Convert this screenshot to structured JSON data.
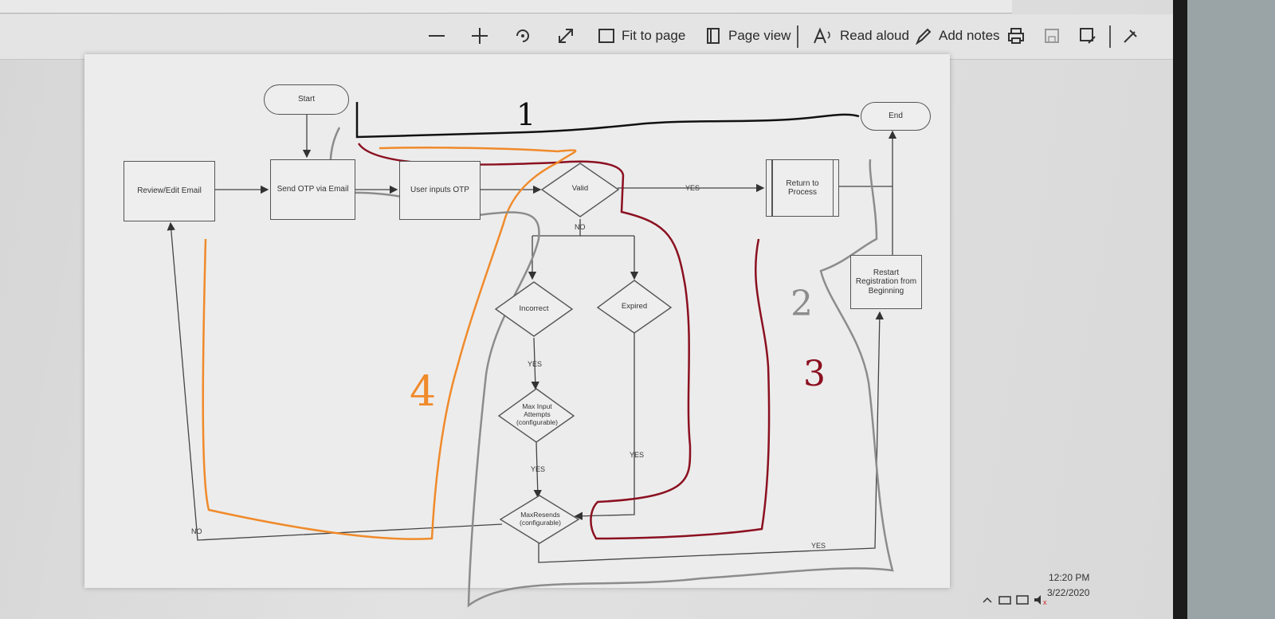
{
  "toolbar": {
    "fit_to_page": "Fit to page",
    "page_view": "Page view",
    "read_aloud": "Read aloud",
    "add_notes": "Add notes"
  },
  "flowchart": {
    "start": "Start",
    "end": "End",
    "review_edit_email": "Review/Edit Email",
    "send_otp": "Send OTP via Email",
    "user_inputs_otp": "User inputs OTP",
    "valid": "Valid",
    "return_to_process": "Return to Process",
    "incorrect": "Incorrect",
    "expired": "Expired",
    "max_input_attempts": "Max Input Attempts (configurable)",
    "max_resends": "MaxResends (configurable)",
    "restart_registration": "Restart Registration from Beginning",
    "labels": {
      "yes_valid": "YES",
      "no_valid": "NO",
      "yes_incorrect": "YES",
      "yes_max_input": "YES",
      "yes_expired": "YES",
      "no_resends": "NO",
      "yes_resends": "YES"
    }
  },
  "annotations": {
    "path_1": "1",
    "path_2": "2",
    "path_3": "3",
    "path_4": "4",
    "colors": {
      "path_1": "#111111",
      "path_2": "#8c8c8c",
      "path_3": "#8b1020",
      "path_4": "#f08a2a"
    }
  },
  "tray": {
    "time": "12:20 PM",
    "date": "3/22/2020"
  }
}
